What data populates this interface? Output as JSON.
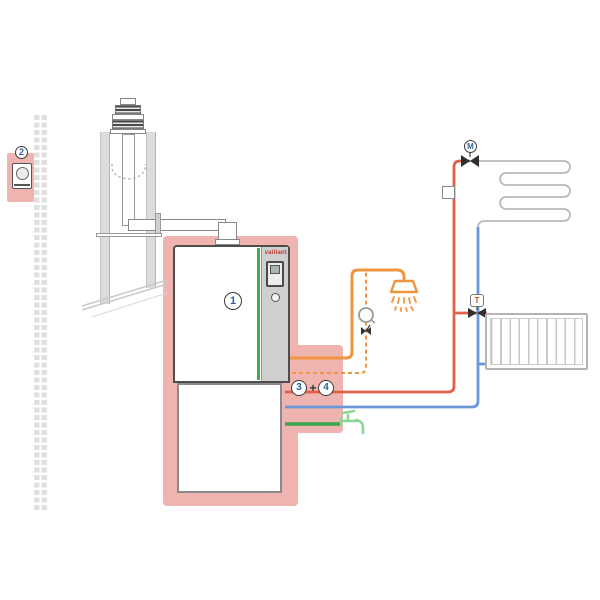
{
  "labels": {
    "boiler": "1",
    "outdoor_sensor": "2",
    "connection_group_a": "3",
    "connection_plus": "+",
    "connection_group_b": "4",
    "motorized_valve": "M",
    "thermostatic_valve": "T",
    "brand": "vaillant"
  },
  "colors": {
    "highlight_pink": "#efb4b0",
    "dhw_pipe_orange": "#f0953f",
    "heating_flow_red": "#e2604a",
    "heating_return_blue": "#6b98d8",
    "cold_water_green": "#3aa34d",
    "boiler_stripe_green": "#3fae49",
    "label_text_blue": "#2b5fa3",
    "thermostat_letter_red": "#d4502e"
  },
  "icons": {
    "shower": "shower-head-icon",
    "tap": "water-tap-icon",
    "boiler_pump": "pump-icon",
    "boiler_mixing_valve": "three-way-valve-icon",
    "circulation_pump": "circulation-pump-icon",
    "check_valve": "check-valve-icon",
    "outdoor_sensor": "outdoor-sensor-icon",
    "chimney": "chimney-flue-icon",
    "underfloor_circuit": "underfloor-heating-coil",
    "radiator": "radiator-icon"
  }
}
